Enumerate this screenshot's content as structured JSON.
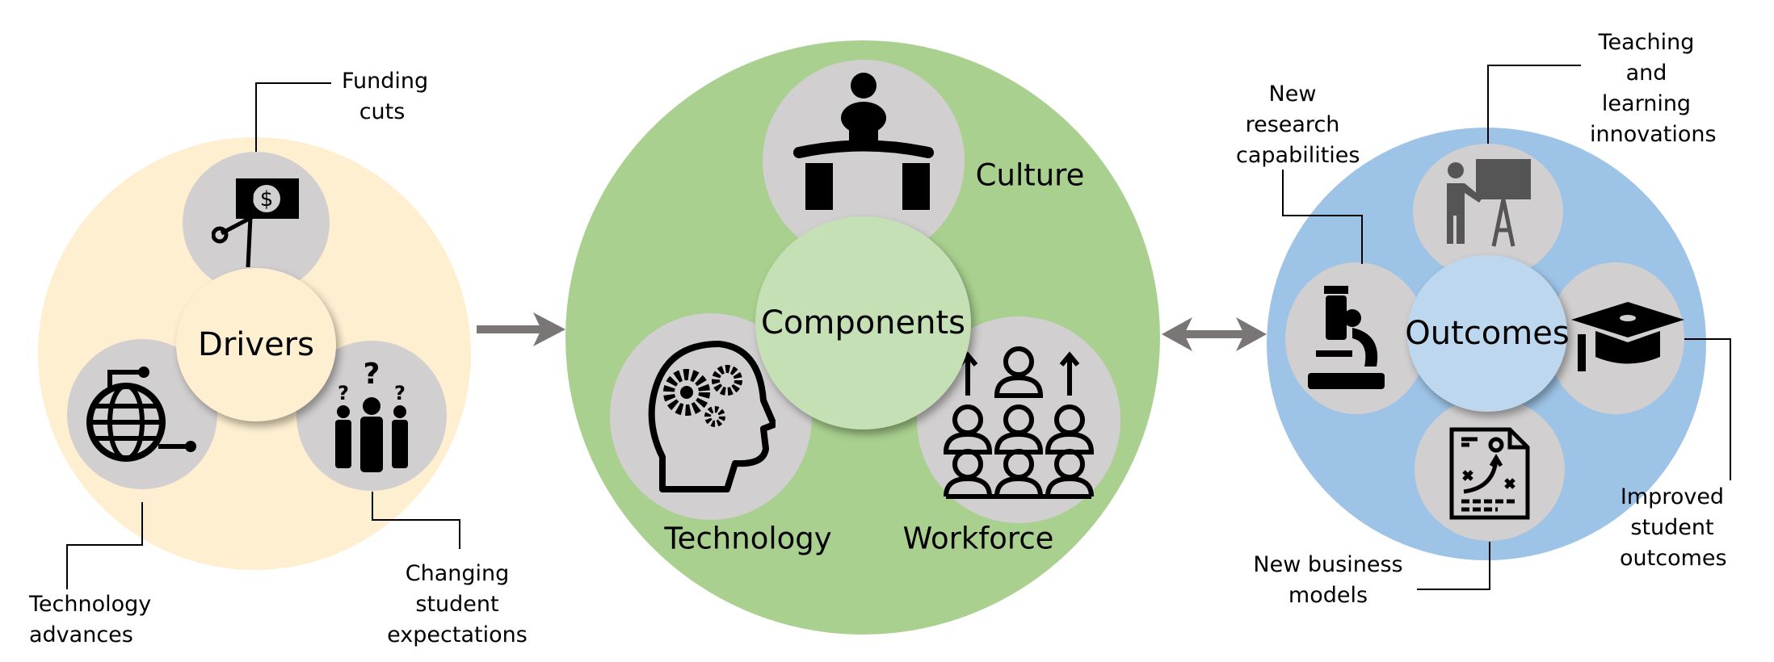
{
  "drivers": {
    "title": "Drivers",
    "items": [
      {
        "label": "Funding cuts",
        "icon": "scissors-money-icon"
      },
      {
        "label": "Technology advances",
        "icon": "globe-network-icon"
      },
      {
        "label": "Changing student expectations",
        "icon": "people-questions-icon"
      }
    ]
  },
  "components": {
    "title": "Components",
    "items": [
      {
        "label": "Culture",
        "icon": "person-desk-icon"
      },
      {
        "label": "Technology",
        "icon": "head-gears-icon"
      },
      {
        "label": "Workforce",
        "icon": "team-hierarchy-icon"
      }
    ]
  },
  "outcomes": {
    "title": "Outcomes",
    "items": [
      {
        "label": "Teaching and learning innovations",
        "icon": "teacher-board-icon"
      },
      {
        "label": "New research capabilities",
        "icon": "microscope-icon"
      },
      {
        "label": "Improved student outcomes",
        "icon": "graduation-cap-icon"
      },
      {
        "label": "New business models",
        "icon": "strategy-plan-icon"
      }
    ]
  },
  "colors": {
    "drivers_bg": "#fdefcf",
    "components_bg": "#a9d08e",
    "components_hub": "#c5e0b4",
    "outcomes_bg": "#9dc3e6",
    "outcomes_hub": "#bdd7ee",
    "icon_bg": "#d1cfd0",
    "arrow": "#7a7676"
  }
}
